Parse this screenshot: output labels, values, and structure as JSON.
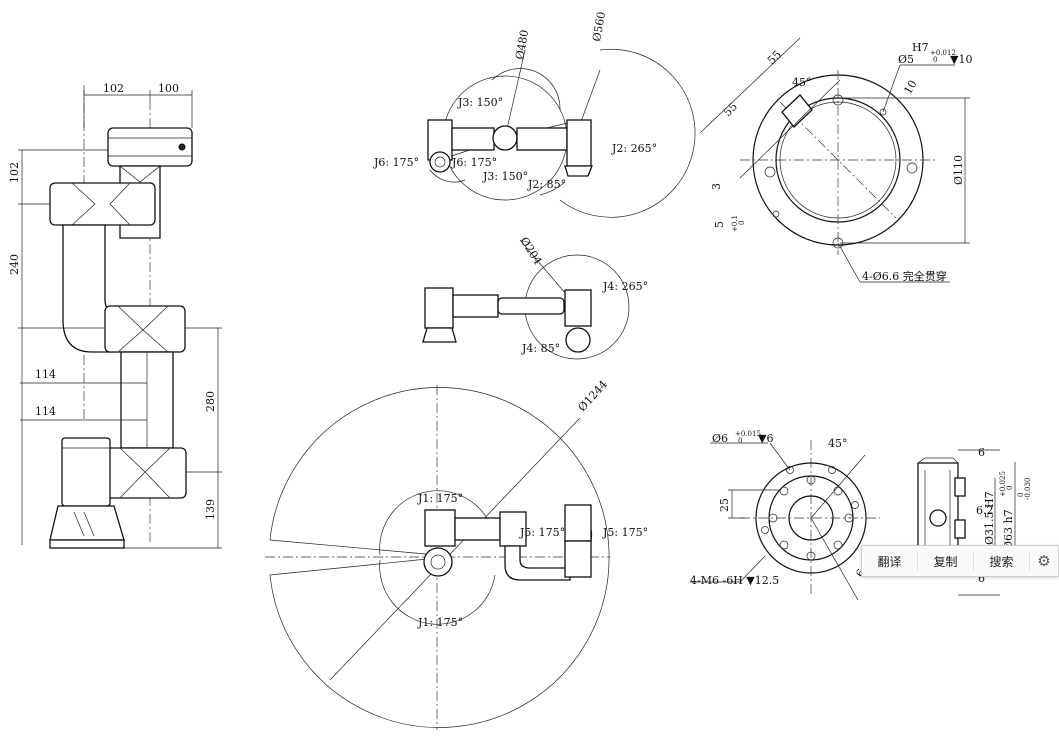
{
  "side_view": {
    "dims": [
      "102",
      "100",
      "102",
      "240",
      "114",
      "114",
      "280",
      "139"
    ]
  },
  "top_view": {
    "labels": [
      "Ø480",
      "Ø560",
      "J3: 150°",
      "J6: 175°",
      "J6: 175°",
      "J3: 150°",
      "J2: 85°",
      "J2: 265°"
    ]
  },
  "j4_view": {
    "labels": [
      "Ø204",
      "J4: 265°",
      "J4: 85°"
    ]
  },
  "base_view": {
    "labels": [
      "Ø1244",
      "J1: 175°",
      "J1: 175°",
      "J5: 175°",
      "J5: 175°"
    ]
  },
  "flange_view": {
    "labels": [
      "55",
      "45°",
      "55",
      "Ø5",
      "H7",
      "+0.012",
      "0",
      "▼10",
      "10",
      "Ø110",
      "3",
      "5",
      "+0.1",
      "0",
      "4-Ø6.6 完全贯穿"
    ]
  },
  "tool_view": {
    "labels": [
      "Ø6",
      "+0.015",
      "0",
      "▼6",
      "45°",
      "25",
      "4-M6 -6H ▼12.5",
      "6"
    ]
  },
  "tool_side_view": {
    "labels": [
      "6",
      "6.2",
      "Ø31.5 H7",
      "+0.025",
      "0",
      "Ø63 h7",
      "0",
      "-0.030",
      "6"
    ]
  },
  "toolbar": {
    "translate": "翻译",
    "copy": "复制",
    "search": "搜索",
    "settings_icon": "gear-icon"
  }
}
